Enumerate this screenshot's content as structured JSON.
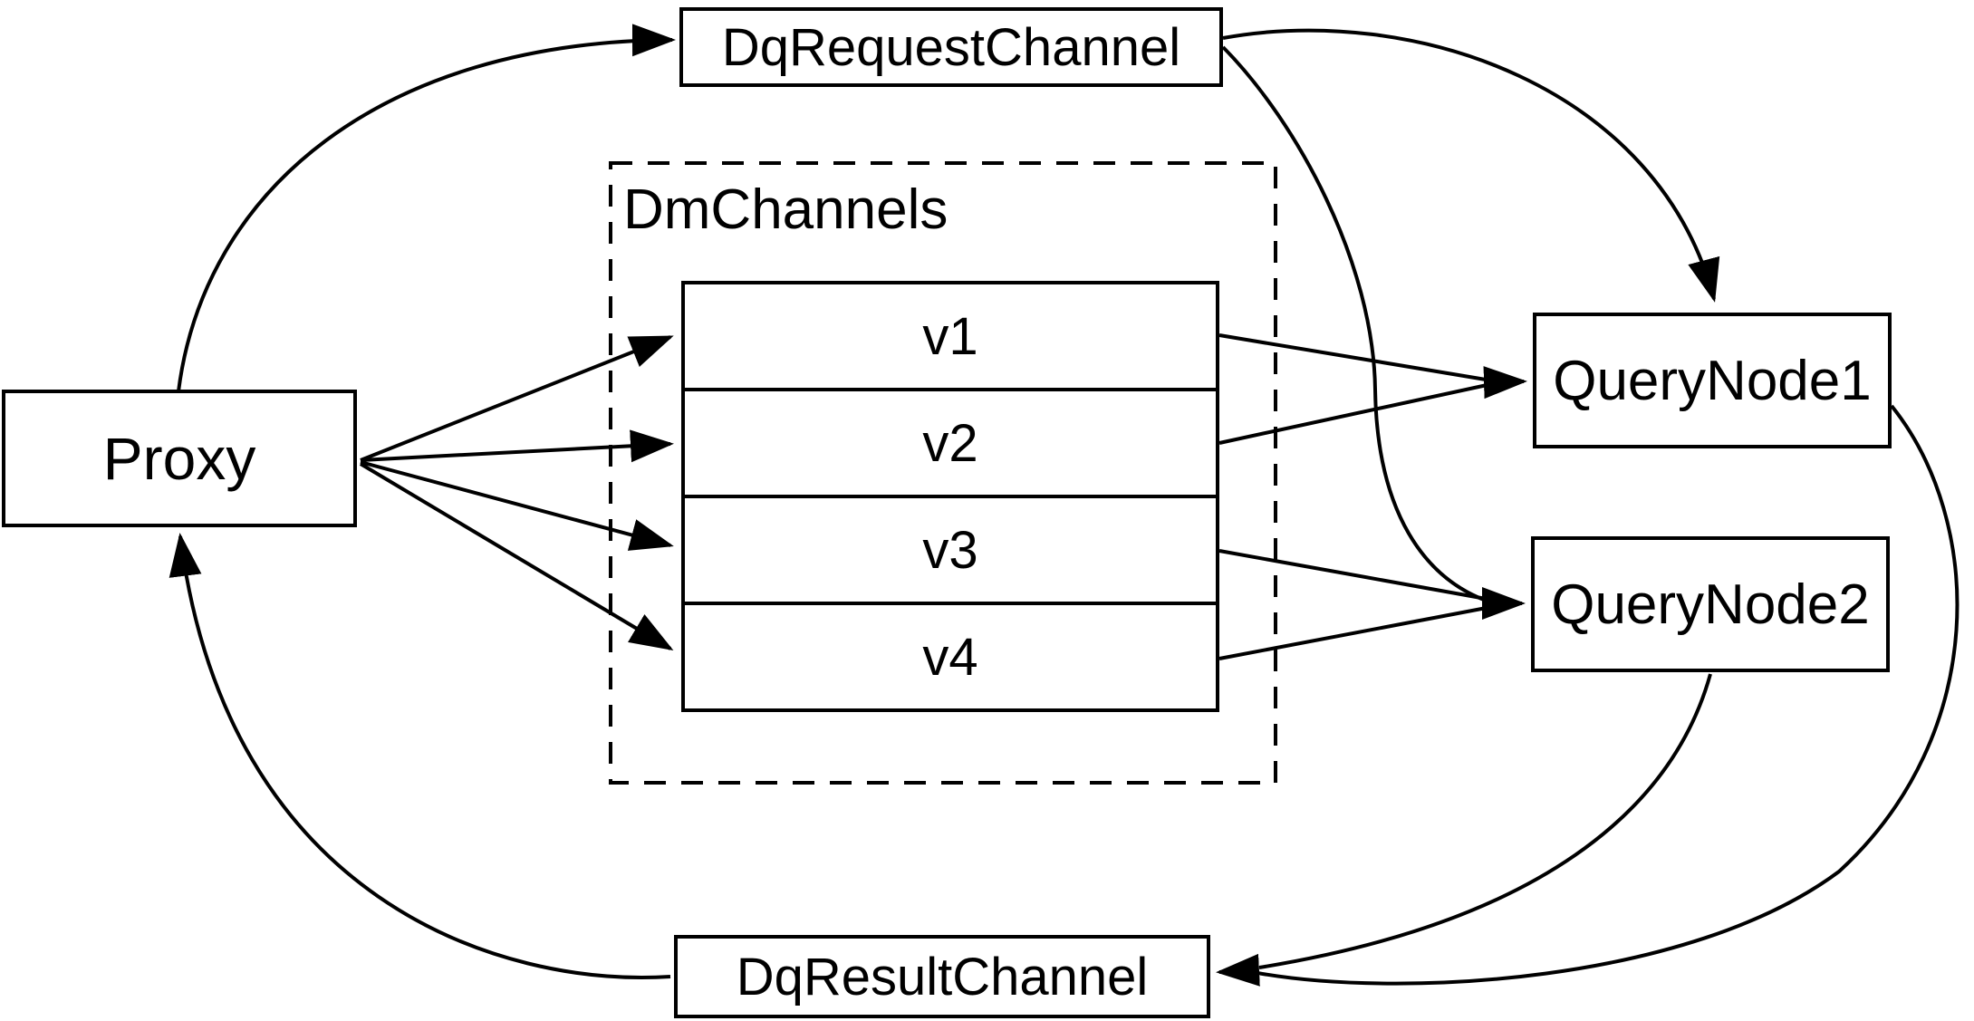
{
  "diagram": {
    "background_color": "#ffffff",
    "line_color": "#000000",
    "nodes": {
      "proxy": {
        "label": "Proxy"
      },
      "dq_request_channel": {
        "label": "DqRequestChannel"
      },
      "dm_channels_group": {
        "label": "DmChannels"
      },
      "query_node_1": {
        "label": "QueryNode1"
      },
      "query_node_2": {
        "label": "QueryNode2"
      },
      "dq_result_channel": {
        "label": "DqResultChannel"
      }
    },
    "channels": [
      {
        "label": "v1"
      },
      {
        "label": "v2"
      },
      {
        "label": "v3"
      },
      {
        "label": "v4"
      }
    ],
    "edges": [
      {
        "from": "Proxy",
        "to": "DqRequestChannel"
      },
      {
        "from": "Proxy",
        "to": "v1"
      },
      {
        "from": "Proxy",
        "to": "v2"
      },
      {
        "from": "Proxy",
        "to": "v3"
      },
      {
        "from": "Proxy",
        "to": "v4"
      },
      {
        "from": "v1",
        "to": "QueryNode1"
      },
      {
        "from": "v2",
        "to": "QueryNode1"
      },
      {
        "from": "v3",
        "to": "QueryNode2"
      },
      {
        "from": "v4",
        "to": "QueryNode2"
      },
      {
        "from": "DqRequestChannel",
        "to": "QueryNode1"
      },
      {
        "from": "DqRequestChannel",
        "to": "QueryNode2"
      },
      {
        "from": "QueryNode1",
        "to": "DqResultChannel"
      },
      {
        "from": "QueryNode2",
        "to": "DqResultChannel"
      },
      {
        "from": "DqResultChannel",
        "to": "Proxy"
      }
    ]
  }
}
